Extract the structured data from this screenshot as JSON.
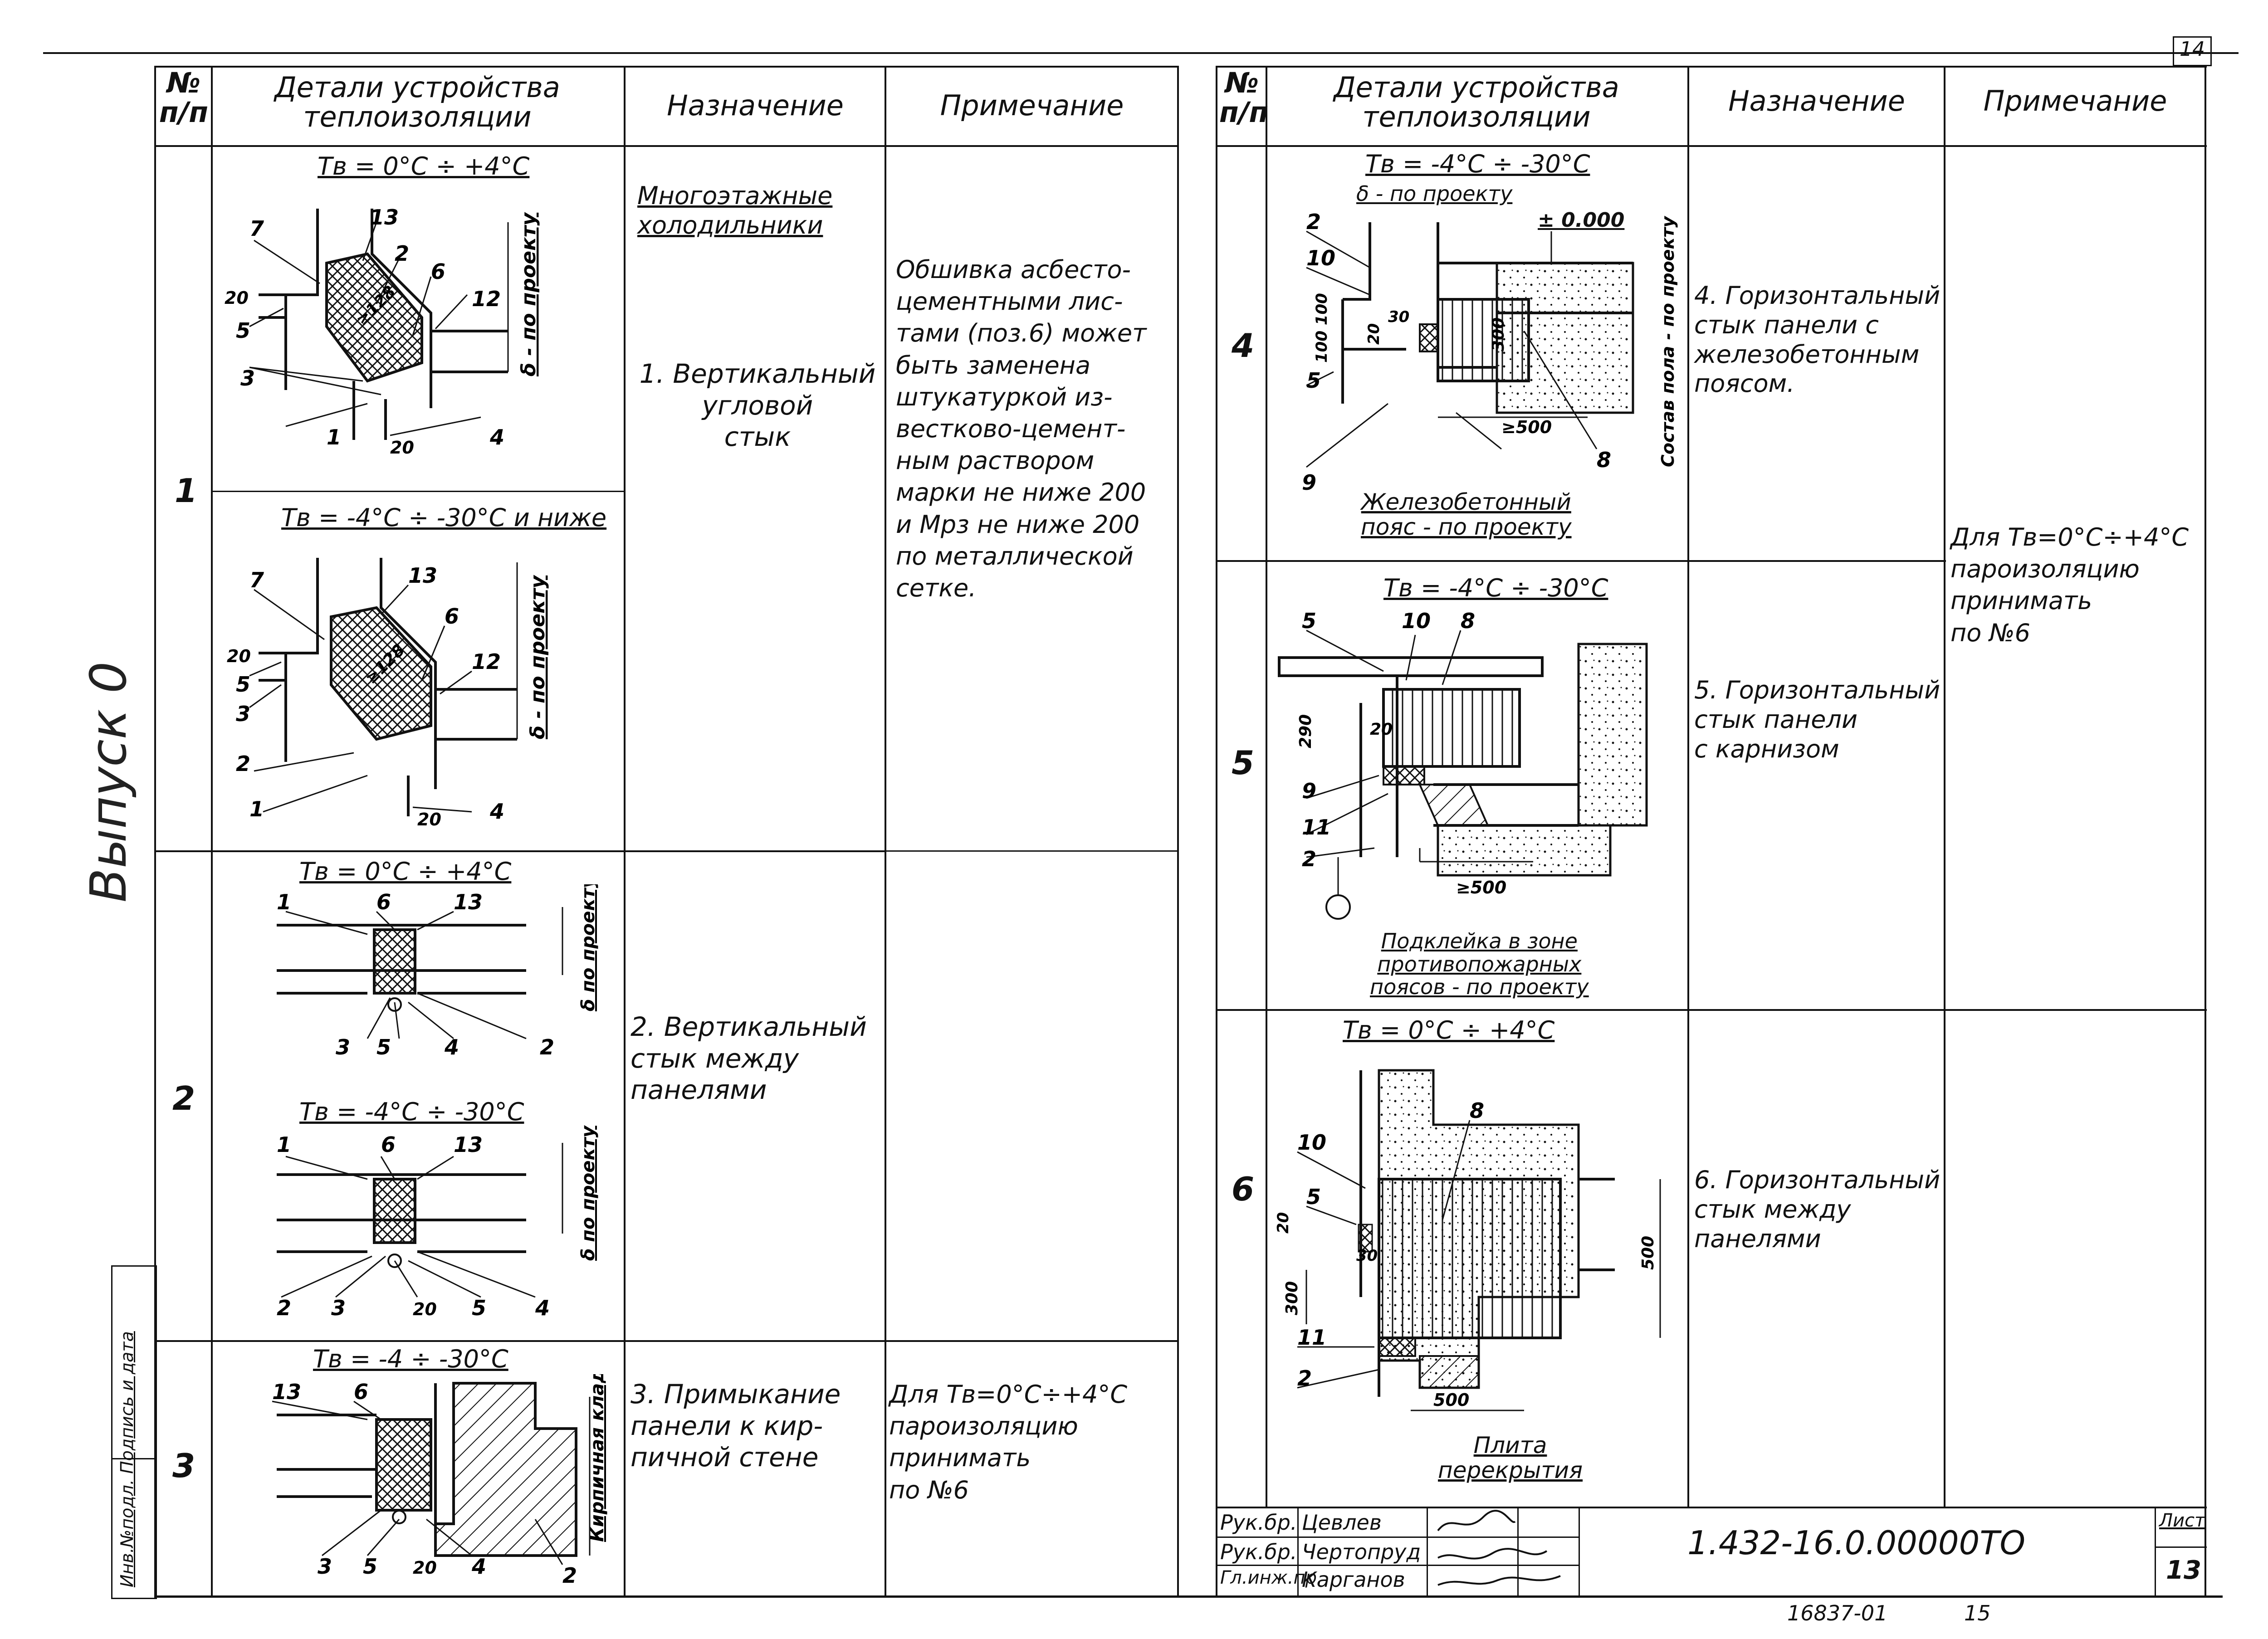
{
  "sheet_corner": "14",
  "issue_label": "Выпуск 0",
  "side_stamp": "Инв.№подл. Подпись и дата",
  "left_table": {
    "headers": {
      "num": "№\nп/п",
      "details": "Детали устройства\nтеплоизоляции",
      "purpose": "Назначение",
      "note": "Примечание"
    },
    "rows": [
      {
        "num": "1",
        "purpose_group": "Многоэтажные\nхолодильники",
        "purpose": "1. Вертикальный\nугловой\nстык",
        "note": "Обшивка асбесто-\nцементными лис-\nтами (поз.6) может\nбыть заменена\nштукатуркой из-\nвестково-цемент-\nным раствором\nмарки не ниже 200\nи Мрз не ниже 200\nпо металлической\nсетке.",
        "details": [
          {
            "title": "Тв = 0°С ÷ +4°С",
            "dim_label": "δ - по проекту",
            "labels": [
              "7",
              "13",
              "2",
              "6",
              "20",
              "5",
              "12",
              "3",
              "1",
              "20",
              "4",
              "≥128"
            ]
          },
          {
            "title": "Тв = -4°С ÷ -30°С и ниже",
            "dim_label": "δ - по проекту",
            "labels": [
              "7",
              "13",
              "6",
              "20",
              "5",
              "3",
              "12",
              "2",
              "1",
              "20",
              "4",
              "≥128"
            ]
          }
        ]
      },
      {
        "num": "2",
        "purpose": "2. Вертикальный\nстык между\nпанелями",
        "note": "",
        "details": [
          {
            "title": "Тв = 0°С ÷ +4°С",
            "dim_label": "δ по проекту",
            "labels": [
              "1",
              "6",
              "13",
              "3",
              "5",
              "4",
              "2"
            ]
          },
          {
            "title": "Тв = -4°С ÷ -30°С",
            "dim_label": "δ по проекту",
            "labels": [
              "1",
              "6",
              "13",
              "2",
              "3",
              "20",
              "5",
              "4"
            ]
          }
        ]
      },
      {
        "num": "3",
        "purpose": "3. Примыкание\nпанели к кир-\nпичной стене",
        "note": "Для Тв=0°С÷+4°С\nпароизоляцию\nпринимать\nпо №6",
        "details": [
          {
            "title": "Тв = -4 ÷ -30°С",
            "dim_label": "Кирпичная кладка",
            "labels": [
              "13",
              "6",
              "3",
              "5",
              "20",
              "4",
              "2"
            ]
          }
        ]
      }
    ]
  },
  "right_table": {
    "headers": {
      "num": "№\nп/п",
      "details": "Детали устройства\nтеплоизоляции",
      "purpose": "Назначение",
      "note": "Примечание"
    },
    "rows": [
      {
        "num": "4",
        "purpose": "4. Горизонтальный\nстык панели с\nжелезобетонным\nпоясом.",
        "details": {
          "title": "Тв = -4°С ÷ -30°С",
          "subtitle": "δ - по проекту",
          "level": "± 0.000",
          "dim_label": "Состав пола - по проекту",
          "caption": "Железобетонный\nпояс - по проекту",
          "labels": [
            "2",
            "10",
            "30",
            "20",
            "100",
            "100",
            "5",
            "9",
            "300",
            "≥500",
            "8"
          ]
        }
      },
      {
        "num": "5",
        "purpose": "5. Горизонтальный\nстык панели\nс карнизом",
        "details": {
          "title": "Тв = -4°С ÷ -30°С",
          "caption": "Подклейка в зоне\nпротивопожарных\nпоясов - по проекту",
          "labels": [
            "5",
            "10",
            "8",
            "290",
            "20",
            "9",
            "11",
            "2",
            "≥500"
          ]
        }
      },
      {
        "num": "6",
        "purpose": "6. Горизонтальный\nстык между\nпанелями",
        "details": {
          "title": "Тв = 0°С ÷ +4°С",
          "caption": "Плита\nперекрытия",
          "labels": [
            "10",
            "8",
            "5",
            "20",
            "30",
            "300",
            "11",
            "2",
            "500",
            "500"
          ]
        }
      }
    ],
    "shared_note": "Для Тв=0°С÷+4°С\nпароизоляцию\nпринимать\nпо №6"
  },
  "title_block": {
    "roles": [
      "Рук.бр.",
      "Рук.бр.",
      "Гл.инж.пр."
    ],
    "names": [
      "Цевлев",
      "Чертопруд",
      "Карганов"
    ],
    "code": "1.432-16.0.00000ТО",
    "sheet_label": "Лист",
    "sheet_number": "13",
    "footer_number": "16837-01",
    "footer_page": "15"
  }
}
